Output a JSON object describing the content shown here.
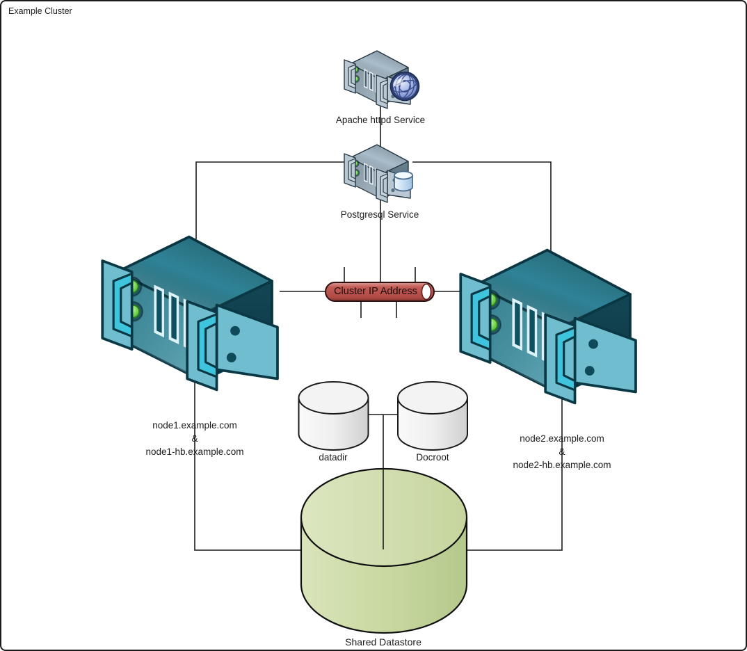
{
  "title": "Example Cluster",
  "diagram": {
    "apache": {
      "label": "Apache httpd Service"
    },
    "postgres": {
      "label": "Postgresql Service"
    },
    "cluster_ip": {
      "label": "Cluster IP Address"
    },
    "node1": {
      "line1": "node1.example.com",
      "sep": "&",
      "line2": "node1-hb.example.com"
    },
    "node2": {
      "line1": "node2.example.com",
      "sep": "&",
      "line2": "node2-hb.example.com"
    },
    "datadir": {
      "label": "datadir"
    },
    "docroot": {
      "label": "Docroot"
    },
    "datastore": {
      "label": "Shared Datastore"
    }
  },
  "icons": {
    "apache_badge": "globe-icon",
    "postgres_badge": "database-cylinder-icon",
    "node_indicator": "green-led-icon"
  },
  "palette": {
    "node_teal_top": "#2F8396",
    "node_teal_front": "#3C93A6",
    "node_teal_side": "#134A59",
    "node_teal_ear": "#6FBDCE",
    "node_teal_bracket": "#3FC4DE",
    "server_gray_top": "#A9BDCB",
    "server_gray_front": "#97ACBA",
    "server_gray_side": "#6E8997",
    "server_gray_ear": "#B9C8D2",
    "server_gray_bracket": "#C6D3DB",
    "cluster_ip_red": "#C05B55",
    "datastore_green": "#CBDAA4",
    "storage_gray": "#EFEFEF",
    "led_green": "#6FD74B",
    "line_black": "#1A1A1A"
  }
}
